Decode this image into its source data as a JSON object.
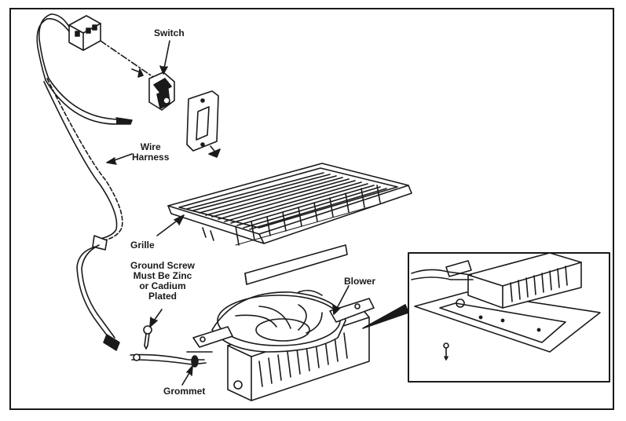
{
  "labels": {
    "switch": "Switch",
    "wire_harness_line1": "Wire",
    "wire_harness_line2": "Harness",
    "grille": "Grille",
    "ground_screw_line1": "Ground Screw",
    "ground_screw_line2": "Must Be Zinc",
    "ground_screw_line3": "or Cadium",
    "ground_screw_line4": "Plated",
    "blower": "Blower",
    "grommet": "Grommet"
  },
  "colors": {
    "ink": "#1a1a1a",
    "paper": "#ffffff"
  }
}
